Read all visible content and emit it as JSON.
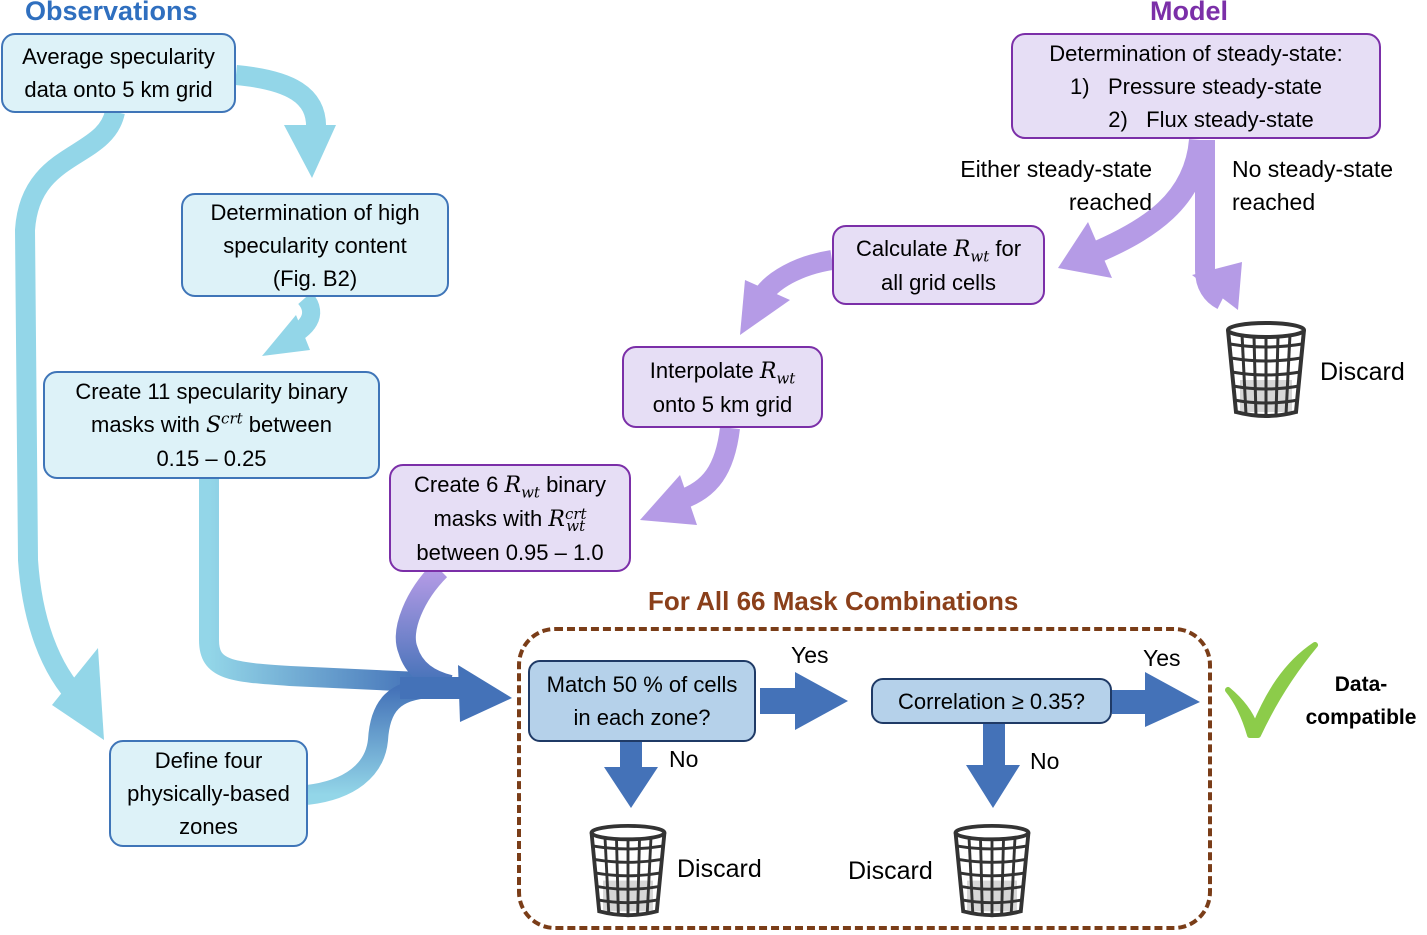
{
  "sections": {
    "observations_title": "Observations",
    "model_title": "Model",
    "combinations_title": "For All 66 Mask Combinations"
  },
  "colors": {
    "observations": "#2f6fbf",
    "model": "#7b2fa8",
    "combinations": "#8a3f1a",
    "obs_arrow": "#93d6e8",
    "model_arrow": "#b59be6",
    "decision_arrow": "#4472b8",
    "check": "#8ccc4a"
  },
  "observations": {
    "average": [
      "Average specularity",
      "data onto 5 km grid"
    ],
    "high_spec": [
      "Determination of high",
      "specularity content",
      "(Fig. B2)"
    ],
    "masks": {
      "line1": "Create 11 specularity binary",
      "line2_pre": "masks with ",
      "sym": "S",
      "sup": "crt",
      "line2_post": " between",
      "line3": "0.15 – 0.25"
    },
    "zones": [
      "Define four",
      "physically-based",
      "zones"
    ]
  },
  "model": {
    "steady": [
      "Determination of steady-state:",
      "1)   Pressure steady-state",
      "2)   Flux steady-state"
    ],
    "either_label": [
      "Either steady-state",
      "reached"
    ],
    "no_label": [
      "No steady-state",
      "reached"
    ],
    "calc": {
      "pre": "Calculate ",
      "sym": "R",
      "sub": "wt",
      "post": " for",
      "line2": "all grid cells"
    },
    "interp": {
      "pre": "Interpolate ",
      "sym": "R",
      "sub": "wt",
      "line2": "onto 5 km grid"
    },
    "create": {
      "pre": "Create 6 ",
      "sym": "R",
      "sub": "wt",
      "post": " binary",
      "line2_pre": "masks with ",
      "sup2": "crt",
      "line3": "between 0.95 – 1.0"
    },
    "discard": "Discard"
  },
  "decisions": {
    "match": [
      "Match 50 % of cells",
      "in each zone?"
    ],
    "correlation": "Correlation ≥ 0.35?",
    "yes1": "Yes",
    "yes2": "Yes",
    "no1": "No",
    "no2": "No",
    "discard1": "Discard",
    "discard2": "Discard",
    "result": [
      "Data-",
      "compatible"
    ]
  },
  "icons": {
    "bin": "wastebasket-icon",
    "check": "checkmark-icon"
  }
}
